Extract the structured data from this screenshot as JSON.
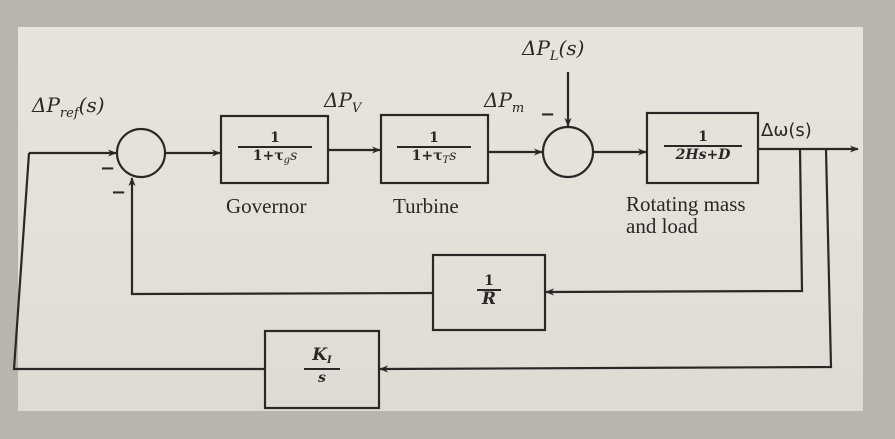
{
  "diagram": {
    "title": "Load frequency control block diagram",
    "signals": {
      "reference": "ΔP",
      "reference_sub": "ref",
      "reference_arg": "(s)",
      "valve": "ΔP",
      "valve_sub": "V",
      "mechanical": "ΔP",
      "mechanical_sub": "m",
      "load": "ΔP",
      "load_sub": "L",
      "load_arg": "(s)",
      "output": "Δω(s)"
    },
    "blocks": {
      "governor": {
        "num": "1",
        "den_prefix": "1+τ",
        "den_sub": "g",
        "den_suffix": "s",
        "caption": "Governor"
      },
      "turbine": {
        "num": "1",
        "den_prefix": "1+τ",
        "den_sub": "T",
        "den_suffix": "s",
        "caption": "Turbine"
      },
      "rotating_mass": {
        "num": "1",
        "den": "2Hs+D",
        "caption_line1": "Rotating mass",
        "caption_line2": "and load"
      },
      "droop": {
        "num": "1",
        "den": "R"
      },
      "integral": {
        "num": "K",
        "num_sub": "I",
        "den": "s"
      }
    },
    "summing_junctions": {
      "sum1": {
        "signs": [
          "−",
          "−"
        ]
      },
      "sum2": {
        "signs": [
          "−"
        ]
      }
    },
    "colors": {
      "ink": "#2a2826",
      "paper": "#e5e2db",
      "background": "#b8b5ae"
    }
  }
}
